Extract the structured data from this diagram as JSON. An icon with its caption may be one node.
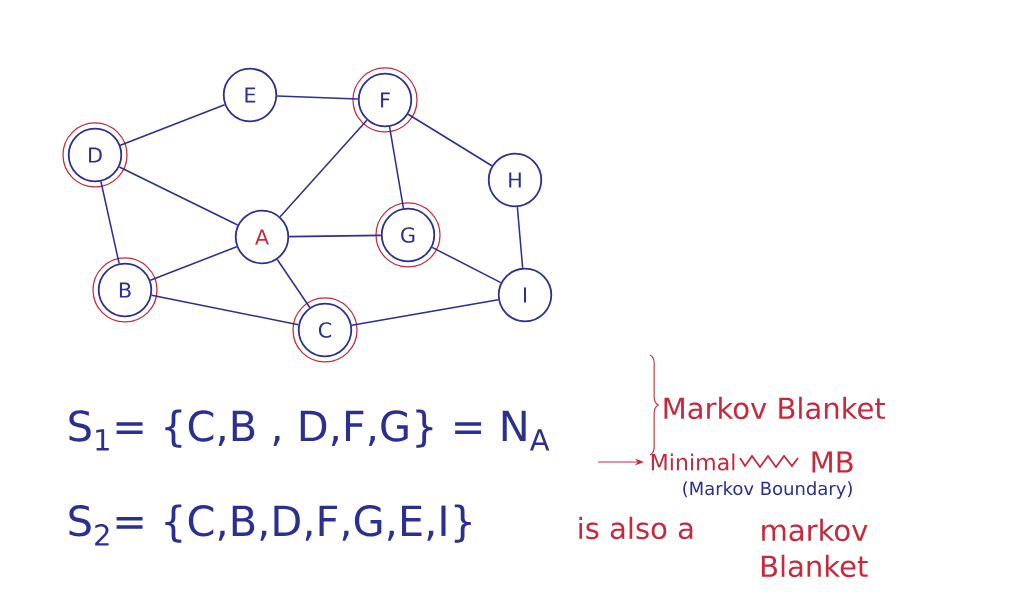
{
  "diagram": {
    "nodes": [
      {
        "text": [
          "E"
        ]
      },
      {
        "text": [
          "F"
        ]
      },
      {
        "text": [
          "D"
        ]
      },
      {
        "text": [
          "H"
        ]
      },
      {
        "text": [
          "A"
        ]
      },
      {
        "text": [
          "G"
        ]
      },
      {
        "text": [
          "B"
        ]
      },
      {
        "text": [
          "I"
        ]
      },
      {
        "text": [
          "C"
        ]
      }
    ],
    "edges": [
      {
        "from": 2,
        "to": 0,
        "arrow": "none"
      },
      {
        "from": 0,
        "to": 1,
        "arrow": "none"
      },
      {
        "from": 2,
        "to": 4,
        "arrow": "none"
      },
      {
        "from": 2,
        "to": 6,
        "arrow": "none"
      },
      {
        "from": 1,
        "to": 4,
        "arrow": "none"
      },
      {
        "from": 1,
        "to": 5,
        "arrow": "none"
      },
      {
        "from": 1,
        "to": 3,
        "arrow": "none"
      },
      {
        "from": 4,
        "to": 5,
        "arrow": "none"
      },
      {
        "from": 6,
        "to": 4,
        "arrow": "none"
      },
      {
        "from": 4,
        "to": 8,
        "arrow": "none"
      },
      {
        "from": 6,
        "to": 8,
        "arrow": "none"
      },
      {
        "from": 5,
        "to": 7,
        "arrow": "none"
      },
      {
        "from": 3,
        "to": 7,
        "arrow": "none"
      },
      {
        "from": 8,
        "to": 7,
        "arrow": "none"
      }
    ],
    "labels": [
      "S$_{1}$= {C,B , D,F,G} = N$_{A}$",
      "Markov Blanket",
      "Minimal",
      "MB",
      "(Markov Boundary)",
      "S$_{2}$= {C,B,D,F,G,E,I}",
      "is also a",
      "markov Blanket"
    ]
  }
}
